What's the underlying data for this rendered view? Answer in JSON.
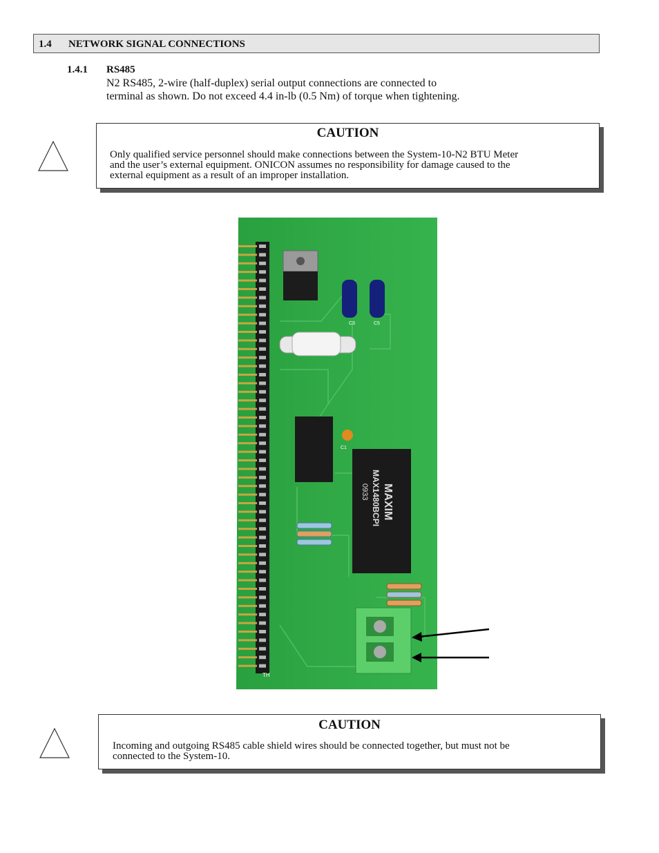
{
  "section": {
    "number": "1.4",
    "title": "NETWORK SIGNAL CONNECTIONS"
  },
  "subsection": {
    "number": "1.4.1",
    "title": "RS485",
    "line1": "N2 RS485, 2-wire (half-duplex) serial output connections are connected to",
    "line2": "terminal as shown. Do not exceed 4.4 in-lb (0.5 Nm) of torque when tightening."
  },
  "caution1": {
    "title": "CAUTION",
    "line1": "Only qualified service personnel should make connections between the System-10-N2 BTU Meter",
    "line2": "and the user’s external equipment. ONICON assumes no responsibility for damage caused to the",
    "line3": "external equipment as a result of an improper installation."
  },
  "caution2": {
    "title": "CAUTION",
    "line1": "Incoming and outgoing RS485 cable shield wires should be connected together, but must not be",
    "line2": "connected to the System-10."
  },
  "board": {
    "chip_brand": "MAXIM",
    "chip_part": "MAX1480BCPI",
    "chip_code": "0933",
    "cap_label_1": "C3",
    "cap_label_2": "C5",
    "cap_label_3": "C1",
    "corner_mark": "TH"
  },
  "colors": {
    "board": "#2fa845",
    "terminal": "#5ccf6a",
    "bar_bg": "#e6e6e6"
  }
}
